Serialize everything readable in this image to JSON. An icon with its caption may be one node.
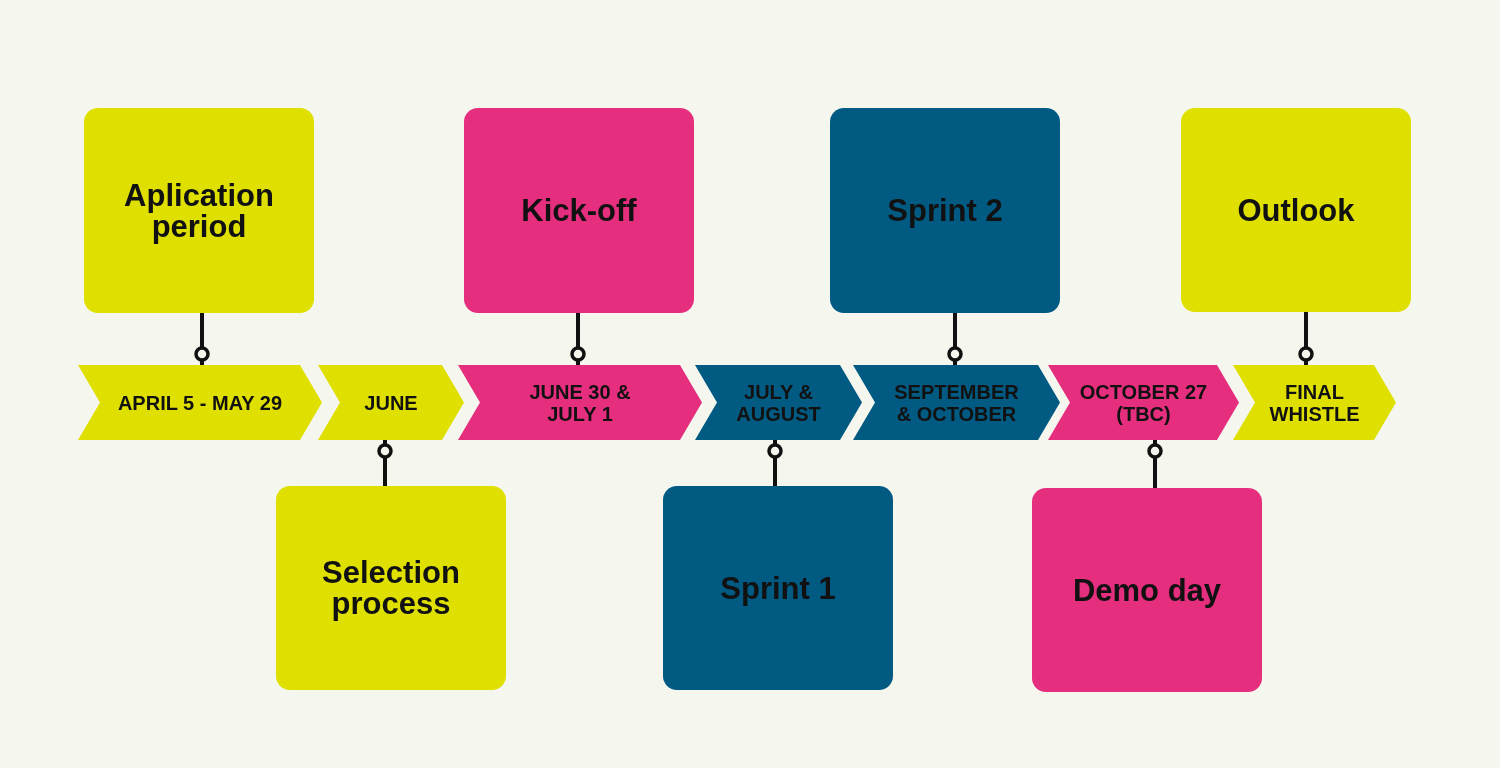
{
  "diagram": {
    "nodes": [
      {
        "text": [
          "APRIL 5 - MAY 29"
        ]
      },
      {
        "text": [
          "JUNE"
        ]
      },
      {
        "text": [
          "JUNE 30 & JULY 1"
        ]
      },
      {
        "text": [
          "JULY & AUGUST"
        ]
      },
      {
        "text": [
          "SEPTEMBER & OCTOBER"
        ]
      },
      {
        "text": [
          "OCTOBER 27 (TBC)"
        ]
      },
      {
        "text": [
          "FINAL WHISTLE"
        ]
      },
      {
        "text": [
          "Aplication period"
        ]
      },
      {
        "text": [
          "Selection process"
        ]
      },
      {
        "text": [
          "Kick-off"
        ]
      },
      {
        "text": [
          "Sprint 1"
        ]
      },
      {
        "text": [
          "Sprint 2"
        ]
      },
      {
        "text": [
          "Demo day"
        ]
      },
      {
        "text": [
          "Outlook"
        ]
      }
    ],
    "edges": [
      {
        "from": 7,
        "to": 0,
        "arrow": "other"
      },
      {
        "from": 8,
        "to": 1,
        "arrow": "other"
      },
      {
        "from": 9,
        "to": 2,
        "arrow": "other"
      },
      {
        "from": 10,
        "to": 3,
        "arrow": "other"
      },
      {
        "from": 11,
        "to": 4,
        "arrow": "other"
      },
      {
        "from": 12,
        "to": 5,
        "arrow": "other"
      },
      {
        "from": 13,
        "to": 6,
        "arrow": "other"
      }
    ]
  }
}
